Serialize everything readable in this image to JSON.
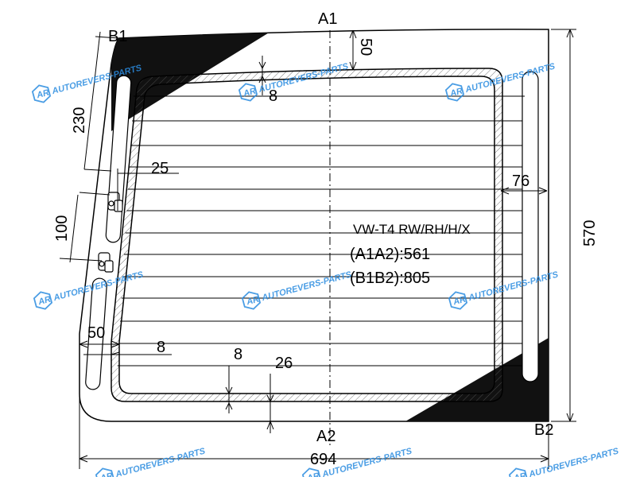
{
  "labels": {
    "a1": "A1",
    "a2": "A2",
    "b1": "B1",
    "b2": "B2"
  },
  "dimensions": {
    "top_gap": "50",
    "height": "570",
    "width": "694",
    "upper_left": "230",
    "mid_left": "100",
    "inner_8_top": "8",
    "inner_25": "25",
    "right_76": "76",
    "bottom_left_50": "50",
    "bottom_8_a": "8",
    "bottom_8_b": "8",
    "bottom_26": "26"
  },
  "info": {
    "model": "VW-T4 RW/RH/H/X",
    "a1a2": "(A1A2):561",
    "b1b2": "(B1B2):805"
  },
  "watermark": {
    "text": "AUTOREVERS-PARTS",
    "badge": "AR",
    "color": "#2b8ce0"
  }
}
